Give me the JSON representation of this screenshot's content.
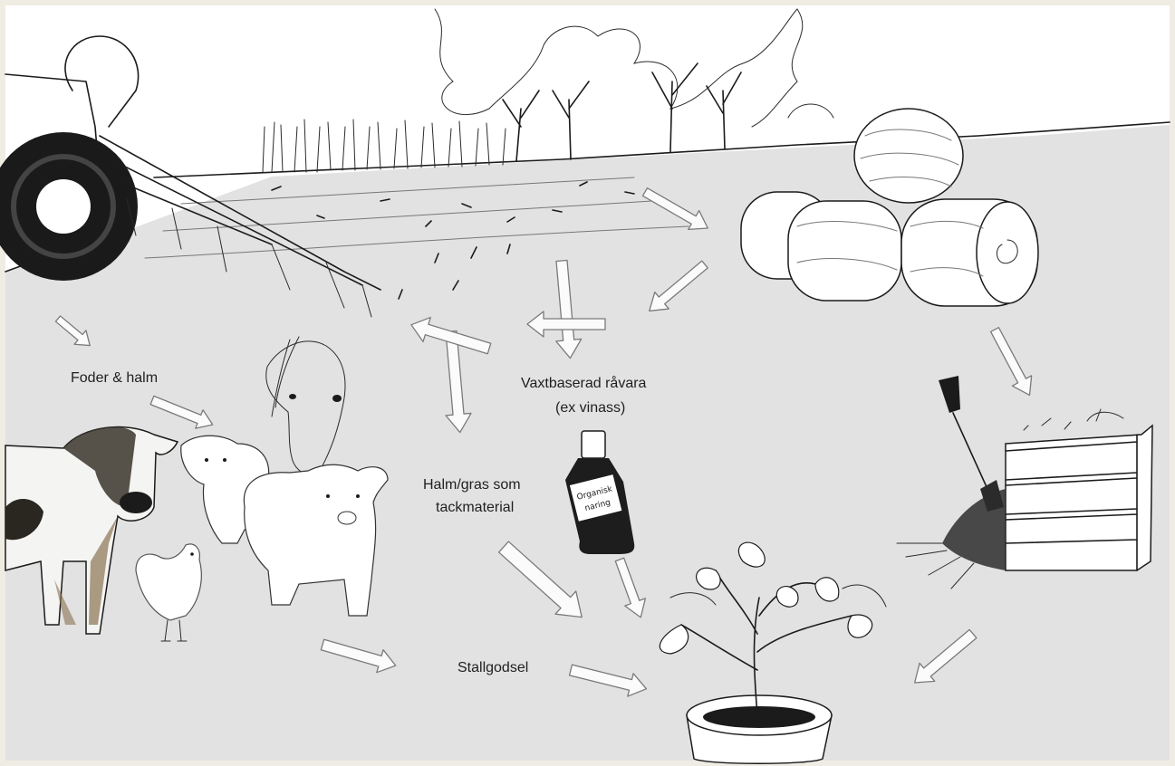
{
  "labels": {
    "feed_and_straw": "Foder & halm",
    "plant_raw_material": "Vaxtbaserad råvara",
    "plant_raw_material_example": "(ex vinass)",
    "straw_grass_line1": "Halm/gras som",
    "straw_grass_line2": "tackmaterial",
    "manure": "Stallgodsel",
    "bottle_label_line1": "Organisk",
    "bottle_label_line2": "naring"
  },
  "colors": {
    "page_frame": "#efece3",
    "ground": "#e2e2e2",
    "sky": "#ffffff",
    "ink": "#1b1b1b",
    "arrow_fill": "#fbfbfb",
    "cow_brown": "#8a7353"
  },
  "icons": [
    "tractor-icon",
    "straw-bales-icon",
    "cow-icon",
    "sheep-icon",
    "horse-icon",
    "pig-icon",
    "chicken-icon",
    "bottle-icon",
    "compost-crate-icon",
    "shovel-icon",
    "potted-plant-icon"
  ]
}
